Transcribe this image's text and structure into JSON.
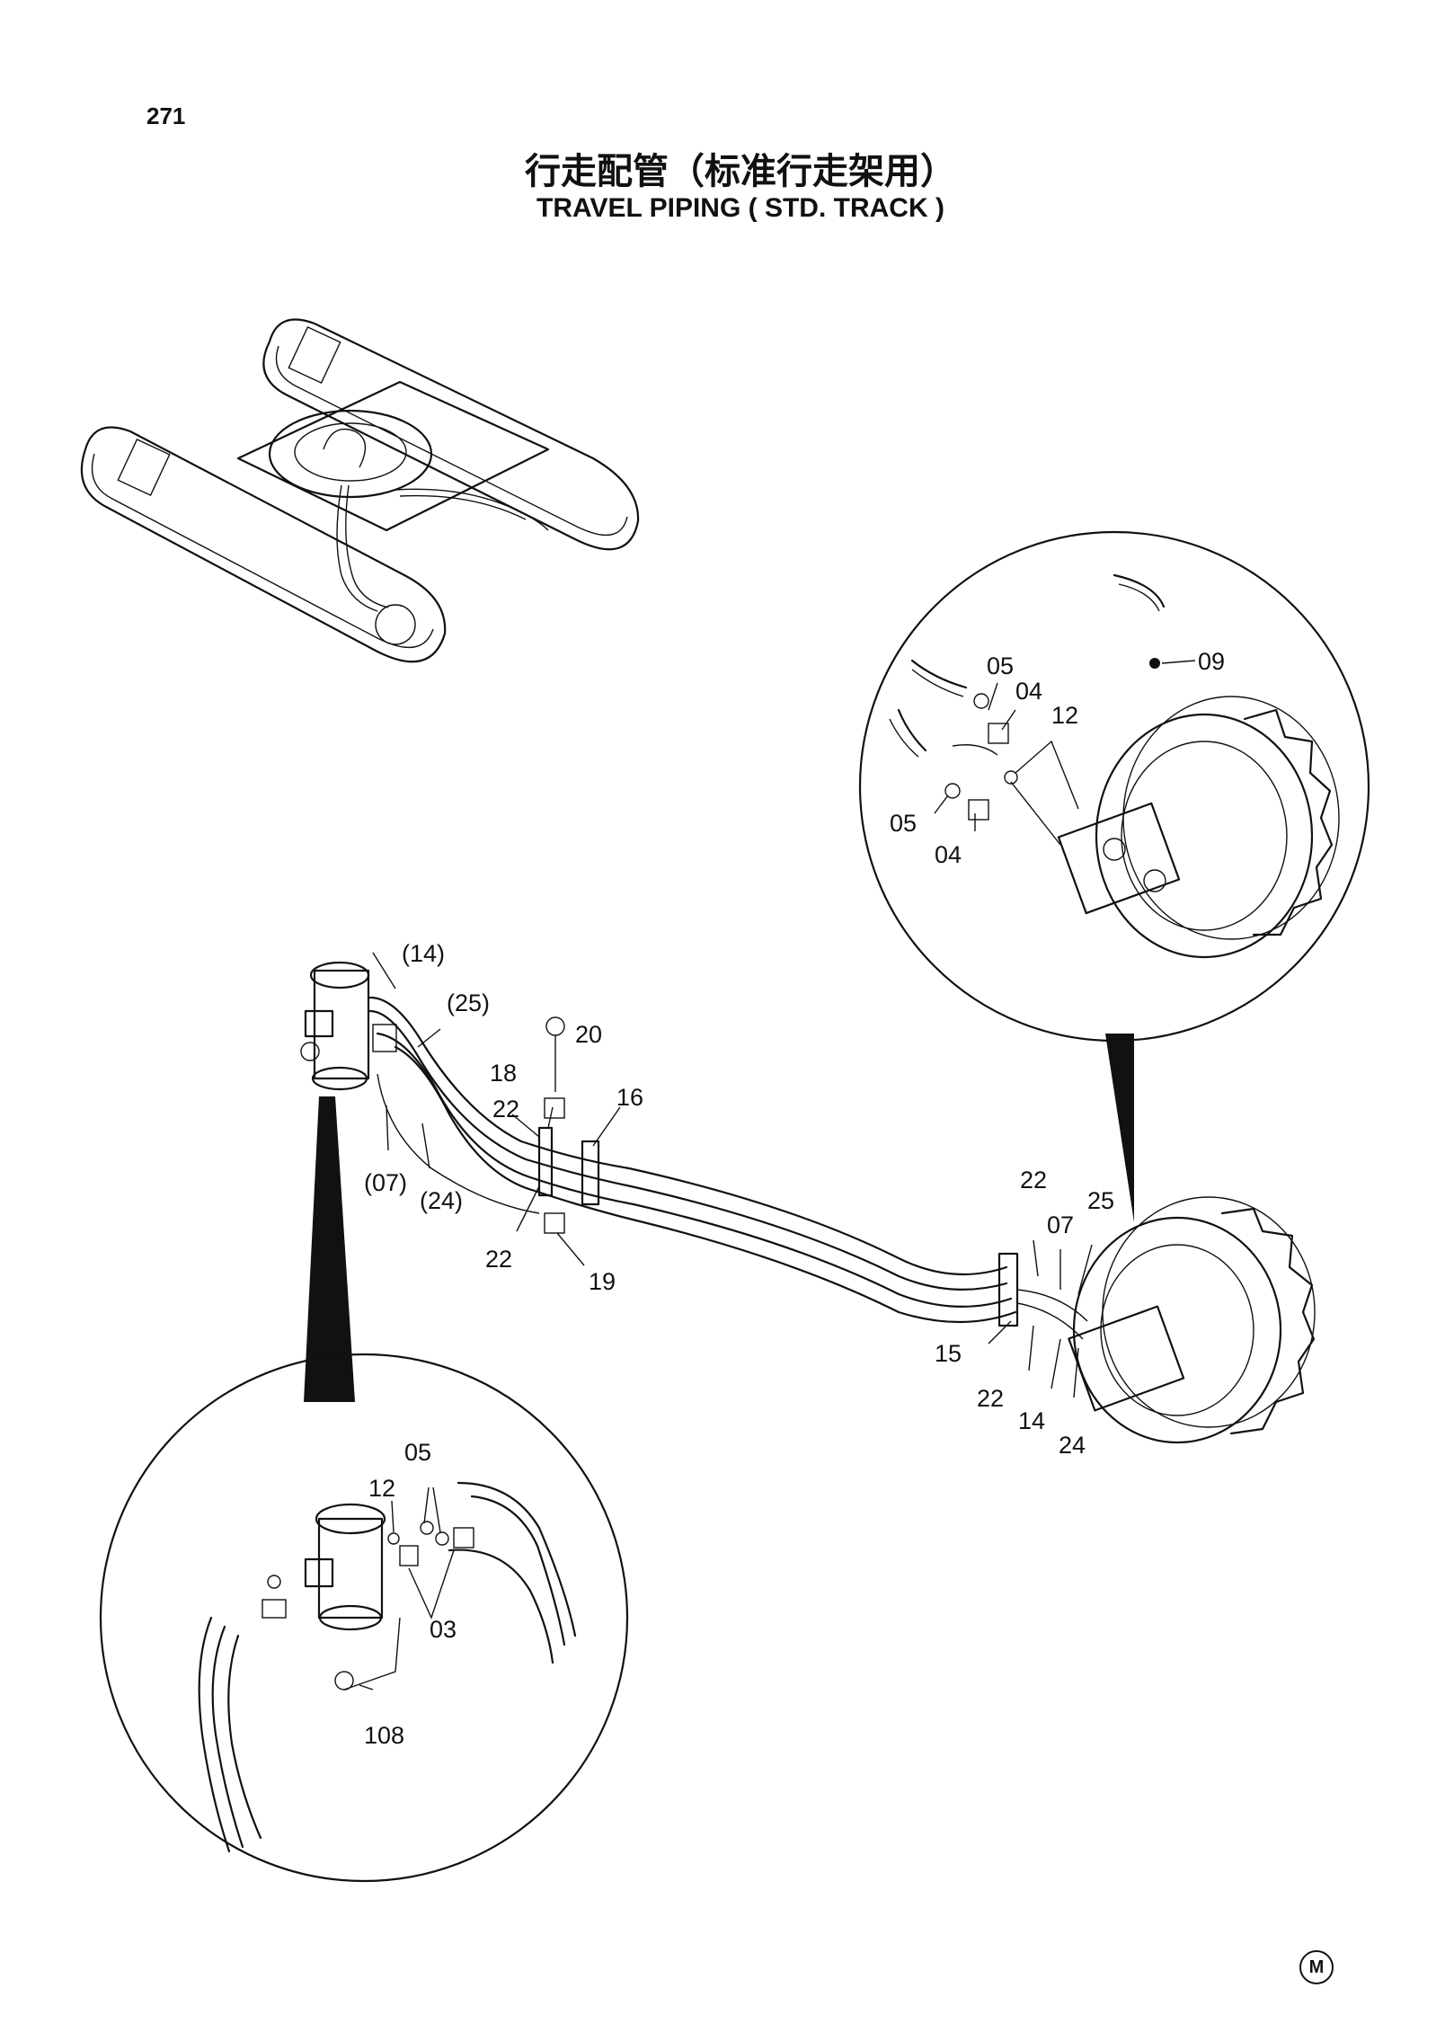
{
  "page_number": "271",
  "title_cn": "行走配管（标准行走架用）",
  "title_en": "TRAVEL  PIPING ( STD. TRACK )",
  "corner_mark": "M",
  "main_callouts": [
    "(14)",
    "(25)",
    "(07)",
    "(24)",
    "20",
    "18",
    "22",
    "16",
    "22",
    "19",
    "22",
    "25",
    "07",
    "15",
    "22",
    "14",
    "24"
  ],
  "detail_top_right_callouts": [
    "09",
    "05",
    "04",
    "12",
    "05",
    "04"
  ],
  "detail_bottom_left_callouts": [
    "12",
    "05",
    "03",
    "108"
  ]
}
